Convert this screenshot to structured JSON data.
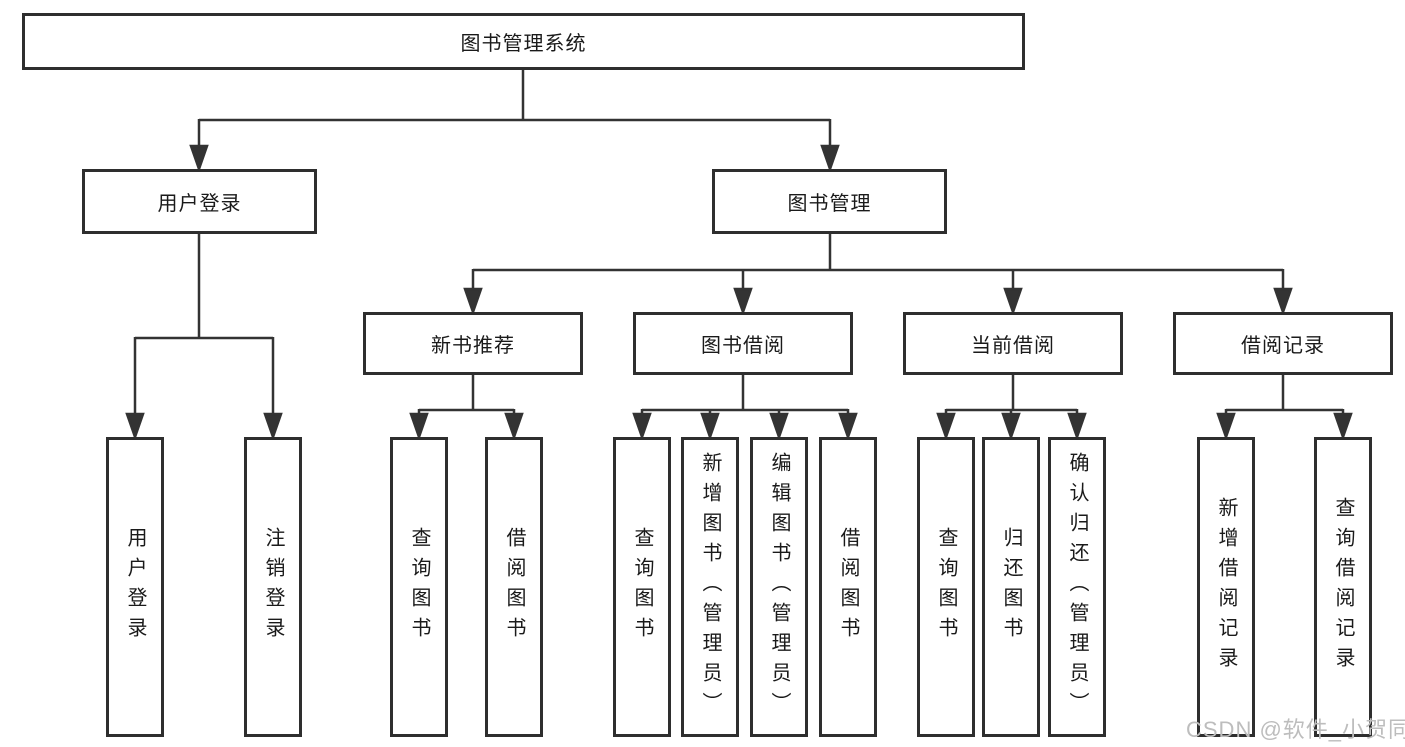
{
  "tree": {
    "root": "图书管理系统",
    "branches": [
      {
        "label": "用户登录",
        "children": [
          "用户登录",
          "注销登录"
        ]
      },
      {
        "label": "图书管理",
        "sections": [
          {
            "label": "新书推荐",
            "children": [
              "查询图书",
              "借阅图书"
            ]
          },
          {
            "label": "图书借阅",
            "children": [
              "查询图书",
              "新增图书（管理员）",
              "编辑图书（管理员）",
              "借阅图书"
            ]
          },
          {
            "label": "当前借阅",
            "children": [
              "查询图书",
              "归还图书",
              "确认归还（管理员）"
            ]
          },
          {
            "label": "借阅记录",
            "children": [
              "新增借阅记录",
              "查询借阅记录"
            ]
          }
        ]
      }
    ]
  },
  "watermark": "CSDN @软件_小贺同学",
  "colors": {
    "line": "#333333",
    "box_border": "#2e2e2e",
    "text": "#1a1a1a",
    "watermark_text": "#bdbdbd",
    "background": "#ffffff"
  }
}
